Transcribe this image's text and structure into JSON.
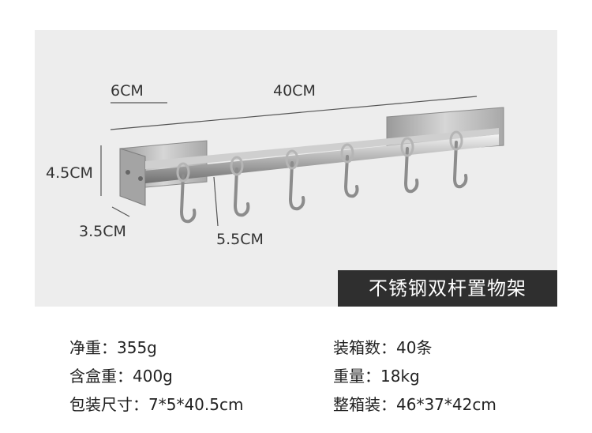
{
  "dimensions": {
    "width_hook": "6CM",
    "length": "40CM",
    "height": "4.5CM",
    "depth": "3.5CM",
    "hook": "5.5CM"
  },
  "banner": "不锈钢双杆置物架",
  "specs": {
    "net_weight": "净重：355g",
    "gross_weight": "含盒重：400g",
    "package_size": "包装尺寸：7*5*40.5cm",
    "carton_qty": "装箱数：40条",
    "weight": "重量：18kg",
    "carton_size": "整箱装：46*37*42cm"
  }
}
